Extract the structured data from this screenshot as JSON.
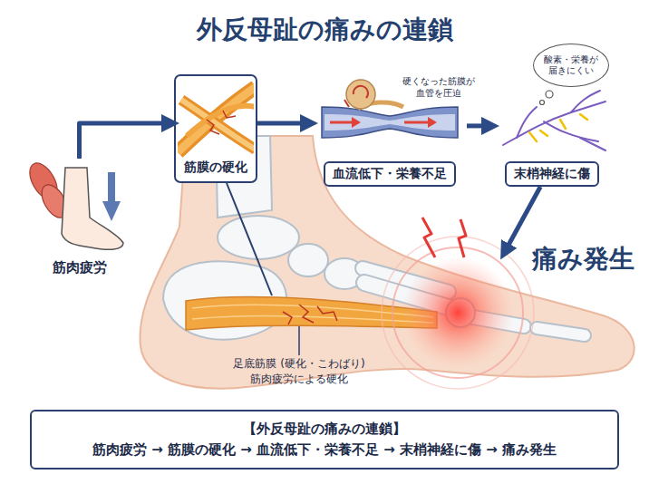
{
  "diagram": {
    "title": "外反母趾の痛みの連鎖",
    "nodes": [
      {
        "text": [
          "筋肉疲労"
        ]
      },
      {
        "text": [
          "筋膜の硬化"
        ]
      },
      {
        "text": [
          "血流低下・栄養不足"
        ]
      },
      {
        "text": [
          "酸素・栄養が 届きにくい"
        ]
      },
      {
        "text": [
          "末梢神経に傷"
        ]
      },
      {
        "text": [
          "痛み発生"
        ]
      },
      {
        "text": [
          "【外反母趾の痛みの連鎖】",
          "筋肉疲労 → 筋膜の硬化 → 血流低下・栄養不足 → 末梢神経に傷 → 痛み発生"
        ]
      }
    ],
    "edges": [
      {
        "from": 0,
        "to": 1,
        "arrow": "to"
      },
      {
        "from": 1,
        "to": 2,
        "arrow": "to"
      },
      {
        "from": 2,
        "to": 4,
        "arrow": "to"
      },
      {
        "from": 4,
        "to": 5,
        "arrow": "to"
      }
    ],
    "labels": [
      "硬くなった筋膜が 血管を圧迫",
      "足底筋膜 (硬化・こわばり)",
      "筋肉疲労による硬化"
    ]
  }
}
